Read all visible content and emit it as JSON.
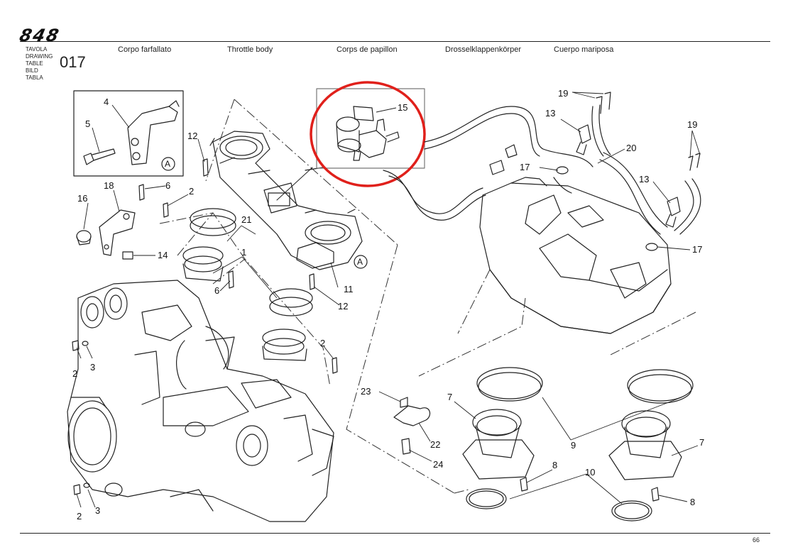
{
  "header": {
    "model_logo": "848",
    "labels": [
      "TAVOLA",
      "DRAWING",
      "TABLE",
      "BILD",
      "TABLA"
    ],
    "table_code": "017",
    "titles": {
      "it": "Corpo farfallato",
      "en": "Throttle body",
      "fr": "Corps de papillon",
      "de": "Drosselklappenkörper",
      "es": "Cuerpo mariposa"
    }
  },
  "footer": {
    "page_number": "66"
  },
  "detail_marker": "A",
  "callouts": [
    "1",
    "2",
    "3",
    "4",
    "5",
    "6",
    "7",
    "8",
    "9",
    "10",
    "11",
    "12",
    "13",
    "14",
    "15",
    "16",
    "17",
    "18",
    "19",
    "20",
    "21",
    "22",
    "23",
    "24"
  ],
  "highlight_color": "#e0201b"
}
